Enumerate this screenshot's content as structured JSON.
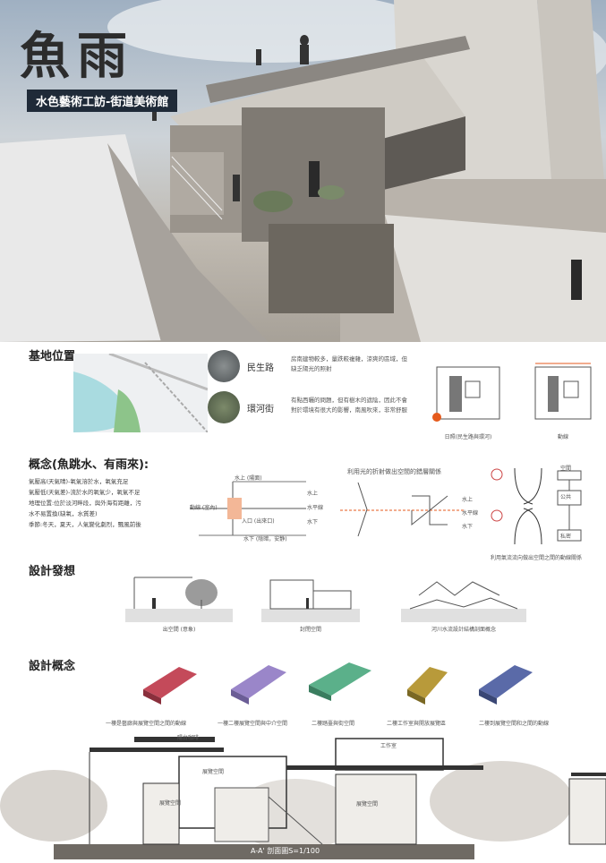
{
  "header": {
    "title": "魚雨",
    "subtitle": "水色藝術工訪-街道美術館"
  },
  "site": {
    "heading": "基地位置",
    "streets": [
      {
        "name": "民生路",
        "desc": "房南建物較多，量跌較複雜，涼爽的區域，但缺乏陽光的照射"
      },
      {
        "name": "環河街",
        "desc": "有點西曬的問題，但有樹木的遮陰，因此不會對於環境有很大的影響，南風吹來，非常舒服"
      }
    ],
    "diagram_captions": [
      "日照(民生路與環河)",
      "動線"
    ]
  },
  "concept": {
    "heading": "概念(魚跳水、有雨來):",
    "lines": [
      "氣壓高(天氣晴)-氧氣溶於水，氧氣充足",
      "氣壓低(天氣差)-流於水的氧氣少，氧氣不足",
      "地理位置:位於淡河畔段，與外海有距離，污",
      "水不易置換(缺氧，水質差)",
      "季節:冬天，夏天，人氣變化劇烈，飄風前後"
    ],
    "diagram1": {
      "top": "水上 (陽面)",
      "left": "動線 (室內)",
      "middle": "入口 (出來口)",
      "bottom": "水下 (陰暗，安静)",
      "right_top": "水上",
      "right_mid": "水平線",
      "right_bot": "水下"
    },
    "diagram2_title": "利用光的折射做出空間的錯層關係",
    "diagram2_labels": [
      "水上",
      "水平線",
      "水下"
    ],
    "diagram3_labels": [
      "空間",
      "公共",
      "私密"
    ],
    "diagram3_caption": "利用氣流流向做出空間之間的動線關係"
  },
  "design_idea": {
    "heading": "設計發想",
    "captions": [
      "出空間 (意象)",
      "封閉空間",
      "河川水流設計結構剖面概念"
    ]
  },
  "design_concept": {
    "heading": "設計概念",
    "items": [
      {
        "label": "一樓是藝廊與展覽空間之間的動線",
        "color": "#c44a5a"
      },
      {
        "label": "一樓二樓展覽空間與中介空間",
        "color": "#9a86c9"
      },
      {
        "label": "二樓踏臺與街空間",
        "color": "#5bb08a"
      },
      {
        "label": "二樓工作室與開放展覽區",
        "color": "#b89a3a"
      },
      {
        "label": "二樓到展覽空間和之間的動線",
        "color": "#5a6aa8"
      }
    ]
  },
  "section": {
    "caption": "A-A' 剖面圖S=1/100",
    "room_labels": [
      "陽台咖啡",
      "工作室",
      "展覽空間",
      "展覽空間",
      "展覽空間"
    ]
  }
}
